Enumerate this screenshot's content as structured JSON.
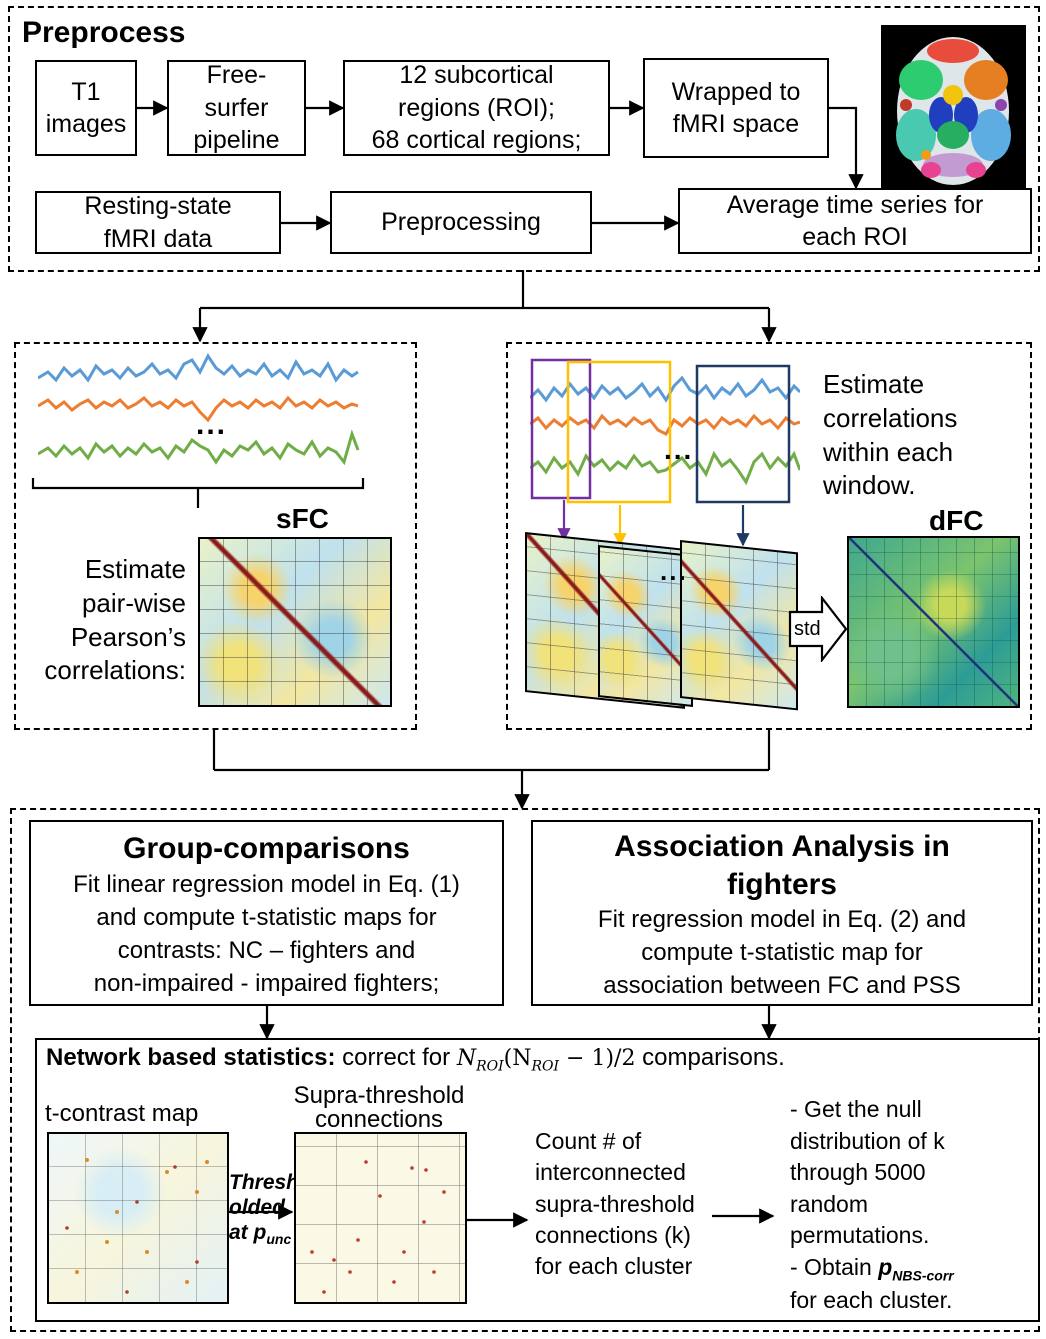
{
  "preprocess": {
    "title": "Preprocess",
    "t1": "T1\nimages",
    "freesurfer": "Free-\nsurfer\npipeline",
    "regions": "12 subcortical\nregions (ROI);\n68 cortical regions;",
    "wrapped": "Wrapped to\nfMRI space",
    "resting": "Resting-state\nfMRI data",
    "preprocessing": "Preprocessing",
    "average": "Average time series for\neach ROI"
  },
  "sfc": {
    "dots": "...",
    "label": "sFC",
    "estimate": "Estimate\npair-wise\nPearson’s\ncorrelations:"
  },
  "dfc": {
    "estimate": "Estimate\ncorrelations\nwithin each\nwindow.",
    "dots": "...",
    "dots2": "...",
    "std": "std",
    "label": "dFC"
  },
  "group": {
    "title": "Group-comparisons",
    "text": "Fit linear regression model in Eq. (1)\nand compute t-statistic maps for\ncontrasts: NC – fighters and\nnon-impaired - impaired fighters;"
  },
  "assoc": {
    "title": "Association Analysis in\nfighters",
    "text": "Fit regression model in Eq. (2) and\ncompute t-statistic map for\nassociation between FC and PSS"
  },
  "nbs": {
    "title": "Network based statistics:",
    "correct_text": "correct for",
    "formula": "N",
    "formula_sub": "ROI",
    "formula_mid": "(N",
    "formula_sub2": "ROI",
    "formula_end": " − 1)/2",
    "comparisons": "comparisons.",
    "tmap_label": "t-contrast map",
    "supra_label": "Supra-threshold\nconnections",
    "thresh": "Thresh\nolded\nat p",
    "thresh_sub": "unc",
    "count_text": "Count # of\ninterconnected\nsupra-threshold\nconnections (k)\nfor each cluster",
    "null_text": "- Get the null\ndistribution  of k\nthrough  5000\nrandom\npermutations.\n- Obtain ",
    "pnbs": "p",
    "pnbs_sub": "NBS-corr",
    "for_each": "for each cluster."
  },
  "colors": {
    "series_blue": "#5b9bd5",
    "series_orange": "#ed7d31",
    "series_green": "#70ad47",
    "window_purple": "#7030a0",
    "window_yellow": "#ffc000",
    "window_navy": "#1f3864"
  }
}
